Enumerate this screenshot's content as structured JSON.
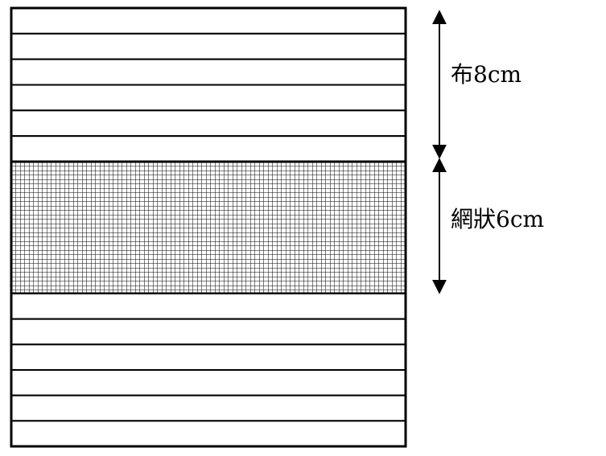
{
  "labels": {
    "cloth": "布8cm",
    "mesh": "網狀6cm"
  },
  "stripes": {
    "cloth_top_count": 6,
    "cloth_bottom_count": 6
  },
  "colors": {
    "stroke": "#000000",
    "background": "#ffffff",
    "mesh_line": "#000000"
  }
}
